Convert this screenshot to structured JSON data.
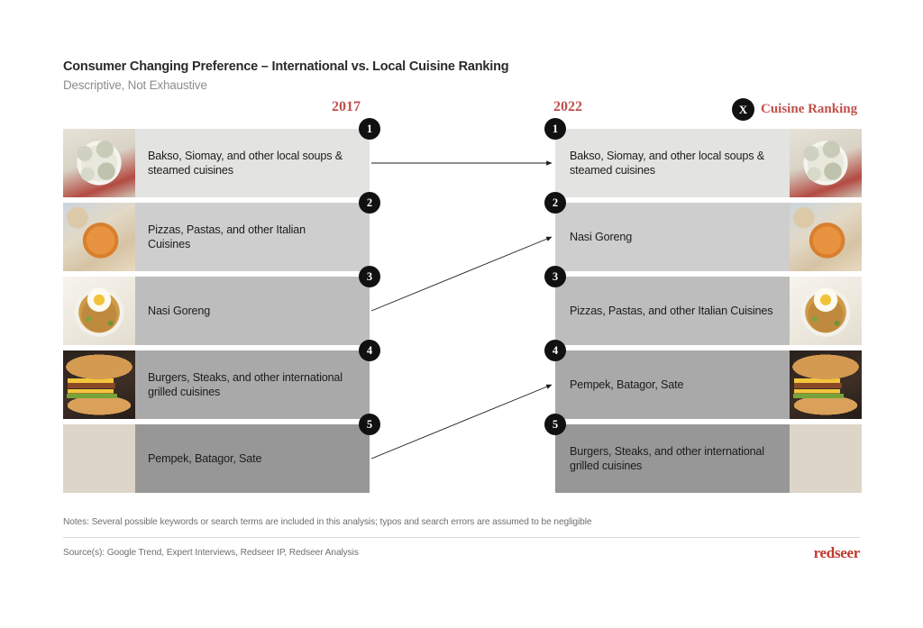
{
  "header": {
    "title": "Consumer Changing Preference – International vs. Local Cuisine Ranking",
    "subtitle": "Descriptive, Not Exhaustive"
  },
  "legend": {
    "badge": "X",
    "label": "Cuisine Ranking"
  },
  "columns": {
    "left_year": "2017",
    "right_year": "2022"
  },
  "chart_data": {
    "type": "table",
    "title": "Consumer Changing Preference – International vs. Local Cuisine Ranking",
    "subtitle": "Descriptive, Not Exhaustive",
    "categories": [
      "2017",
      "2022"
    ],
    "series": [
      {
        "name": "2017",
        "values": [
          {
            "rank": "1",
            "label": "Bakso, Siomay, and other local soups & steamed cuisines",
            "photo": "bakso-soup-photo",
            "shade": "#e3e3e1"
          },
          {
            "rank": "2",
            "label": "Pizzas, Pastas, and other Italian Cuisines",
            "photo": "pizza-photo",
            "shade": "#cecece"
          },
          {
            "rank": "3",
            "label": "Nasi Goreng",
            "photo": "nasi-goreng-photo",
            "shade": "#bdbdbd"
          },
          {
            "rank": "4",
            "label": "Burgers, Steaks, and other international grilled cuisines",
            "photo": "burger-photo",
            "shade": "#a9a9a9"
          },
          {
            "rank": "5",
            "label": "Pempek, Batagor, Sate",
            "photo": "sate-photo",
            "shade": "#979797"
          }
        ]
      },
      {
        "name": "2022",
        "values": [
          {
            "rank": "1",
            "label": "Bakso, Siomay, and other local soups & steamed cuisines",
            "photo": "bakso-soup-photo",
            "shade": "#e3e3e1"
          },
          {
            "rank": "2",
            "label": "Nasi Goreng",
            "photo": "pizza-photo",
            "shade": "#cecece"
          },
          {
            "rank": "3",
            "label": "Pizzas, Pastas, and other Italian Cuisines",
            "photo": "nasi-goreng-photo",
            "shade": "#bdbdbd"
          },
          {
            "rank": "4",
            "label": "Pempek, Batagor, Sate",
            "photo": "burger-photo",
            "shade": "#a9a9a9"
          },
          {
            "rank": "5",
            "label": "Burgers, Steaks, and other international grilled cuisines",
            "photo": "sate-photo",
            "shade": "#979797"
          }
        ]
      }
    ],
    "connectors": [
      {
        "from_rank": "1",
        "to_rank": "1",
        "item": "Bakso, Siomay, and other local soups & steamed cuisines"
      },
      {
        "from_rank": "3",
        "to_rank": "2",
        "item": "Nasi Goreng"
      },
      {
        "from_rank": "5",
        "to_rank": "4",
        "item": "Pempek, Batagor, Sate"
      }
    ],
    "legend": "Cuisine Ranking",
    "grid": false
  },
  "footer": {
    "notes": "Notes: Several possible keywords or search terms are included in this analysis; typos and search errors are assumed to be negligible",
    "source": "Source(s): Google Trend, Expert Interviews, Redseer IP, Redseer Analysis",
    "logo": "redseer"
  },
  "colors": {
    "accent_red": "#c0504d",
    "badge_black": "#111111",
    "logo_red": "#c0392b"
  }
}
